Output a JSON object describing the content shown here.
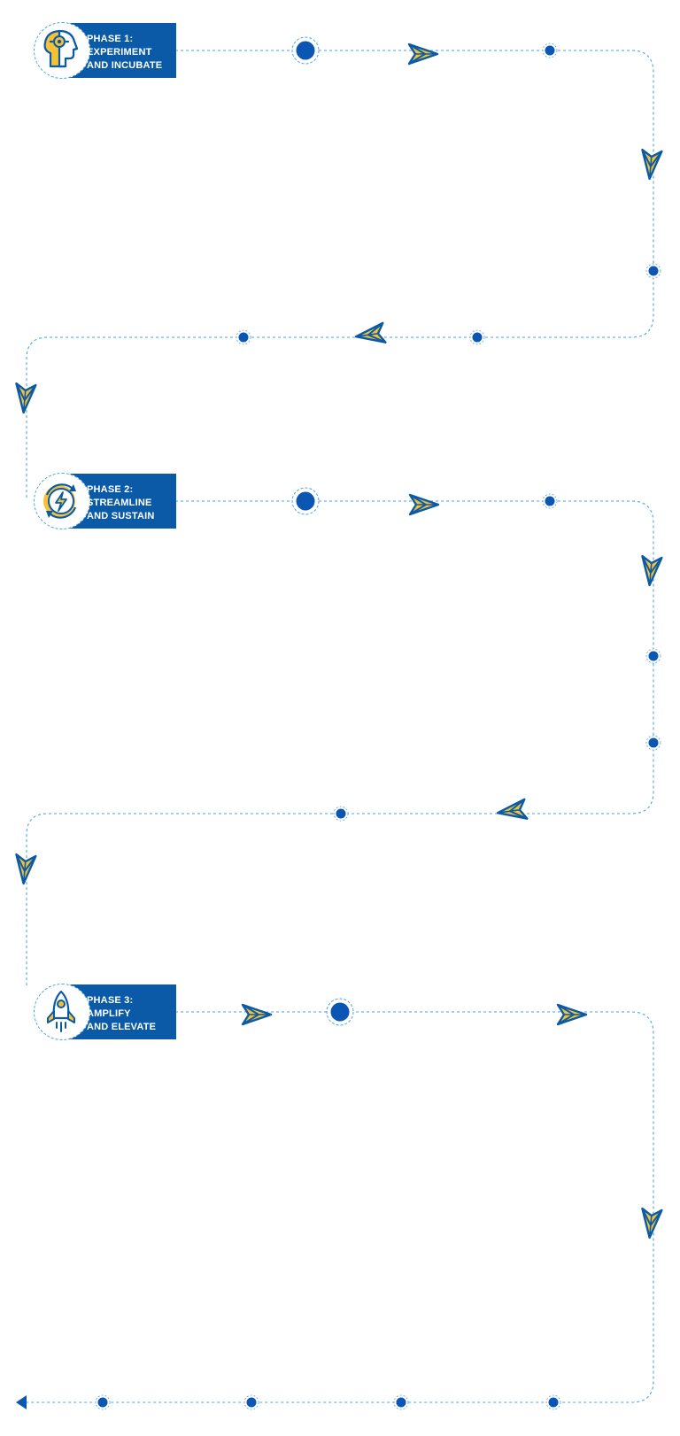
{
  "colors": {
    "brand_blue": "#0a5aa8",
    "node_blue": "#0b56b3",
    "accent_yellow": "#f3c236",
    "path_blue": "#4aa6e0"
  },
  "phases": [
    {
      "line1": "PHASE 1:",
      "line2": "EXPERIMENT",
      "line3": "AND INCUBATE",
      "icon": "head-gear-icon"
    },
    {
      "line1": "PHASE 2:",
      "line2": "STREAMLINE",
      "line3": "AND SUSTAIN",
      "icon": "refresh-bolt-icon"
    },
    {
      "line1": "PHASE 3:",
      "line2": "AMPLIFY",
      "line3": "AND ELEVATE",
      "icon": "rocket-icon"
    }
  ],
  "end_marker": {
    "icon": "arrow-left-icon"
  }
}
